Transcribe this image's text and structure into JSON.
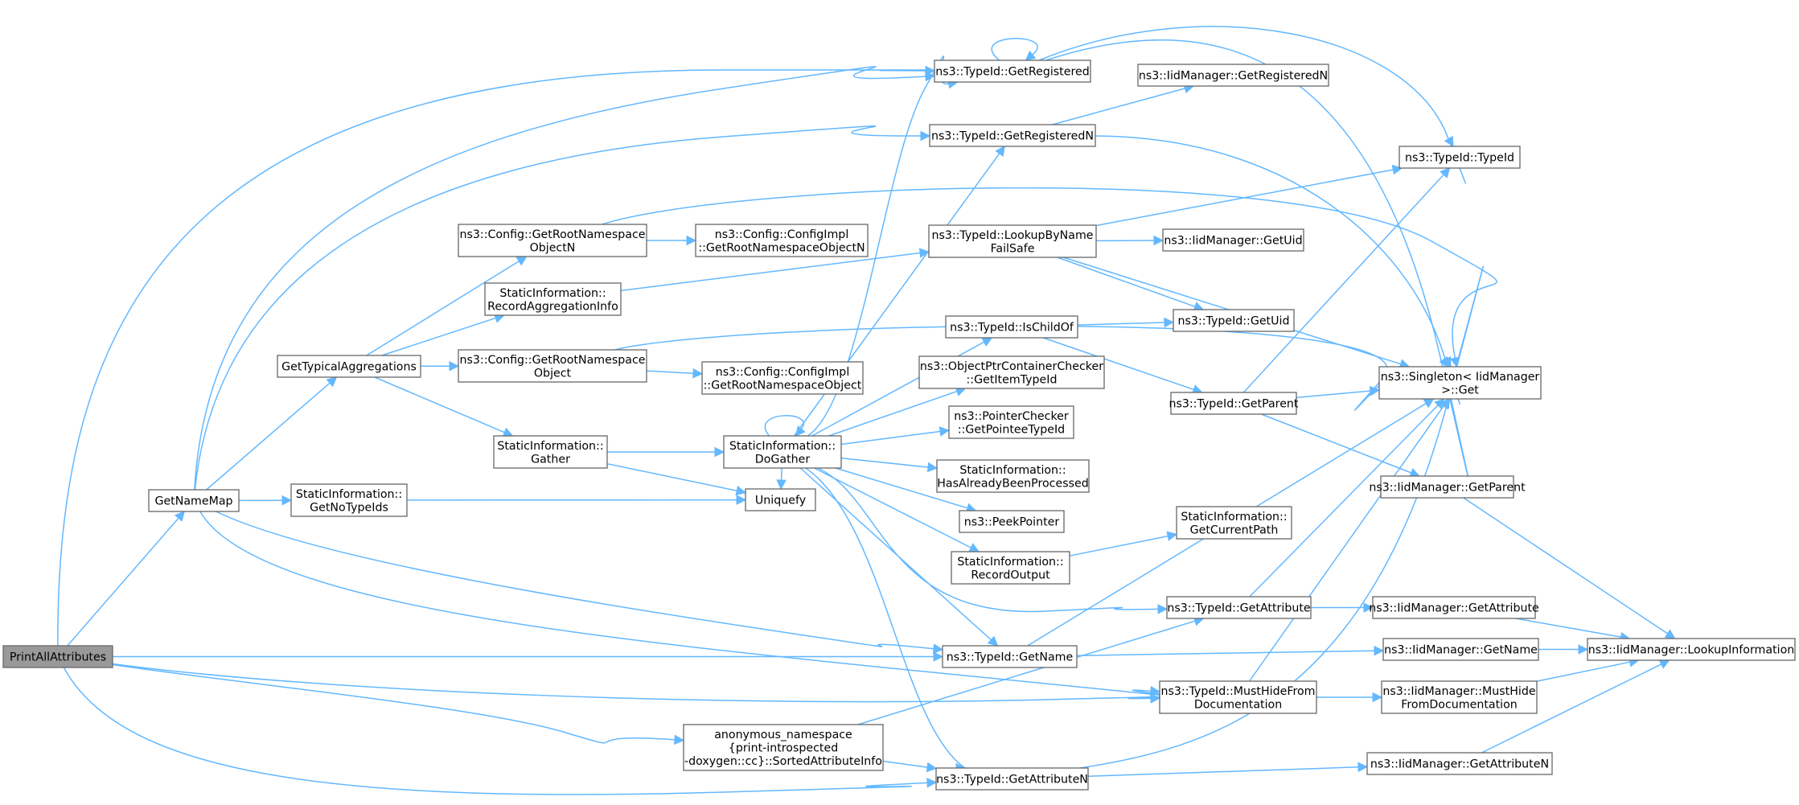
{
  "nodes": {
    "PrintAllAttributes": [
      "PrintAllAttributes"
    ],
    "GetNameMap": [
      "GetNameMap"
    ],
    "GetTypicalAggregations": [
      "GetTypicalAggregations"
    ],
    "GetRootNsObjectN": [
      "ns3::Config::GetRootNamespace",
      "ObjectN"
    ],
    "ImplGetRootNsObjectN": [
      "ns3::Config::ConfigImpl",
      "::GetRootNamespaceObjectN"
    ],
    "RecordAggregationInfo": [
      "StaticInformation::",
      "RecordAggregationInfo"
    ],
    "GetRootNsObject": [
      "ns3::Config::GetRootNamespace",
      "Object"
    ],
    "ImplGetRootNsObject": [
      "ns3::Config::ConfigImpl",
      "::GetRootNamespaceObject"
    ],
    "Gather": [
      "StaticInformation::",
      "Gather"
    ],
    "GetNoTypeIds": [
      "StaticInformation::",
      "GetNoTypeIds"
    ],
    "Uniquefy": [
      "Uniquefy"
    ],
    "DoGather": [
      "StaticInformation::",
      "DoGather"
    ],
    "TypeIdGetRegistered": [
      "ns3::TypeId::GetRegistered"
    ],
    "TypeIdGetRegisteredN": [
      "ns3::TypeId::GetRegisteredN"
    ],
    "IidGetRegisteredN": [
      "ns3::IidManager::GetRegisteredN"
    ],
    "TypeIdTypeId": [
      "ns3::TypeId::TypeId"
    ],
    "LookupByNameFailSafe": [
      "ns3::TypeId::LookupByName",
      "FailSafe"
    ],
    "IidGetUid": [
      "ns3::IidManager::GetUid"
    ],
    "TypeIdGetUid": [
      "ns3::TypeId::GetUid"
    ],
    "IsChildOf": [
      "ns3::TypeId::IsChildOf"
    ],
    "ObjPtrContainerChecker": [
      "ns3::ObjectPtrContainerChecker",
      "::GetItemTypeId"
    ],
    "PointerChecker": [
      "ns3::PointerChecker",
      "::GetPointeeTypeId"
    ],
    "HasAlreadyBeenProcessed": [
      "StaticInformation::",
      "HasAlreadyBeenProcessed"
    ],
    "PeekPointer": [
      "ns3::PeekPointer"
    ],
    "RecordOutput": [
      "StaticInformation::",
      "RecordOutput"
    ],
    "GetCurrentPath": [
      "StaticInformation::",
      "GetCurrentPath"
    ],
    "TypeIdGetParent": [
      "ns3::TypeId::GetParent"
    ],
    "SingletonGet": [
      "ns3::Singleton< IidManager",
      ">::Get"
    ],
    "IidGetParent": [
      "ns3::IidManager::GetParent"
    ],
    "TypeIdGetAttribute": [
      "ns3::TypeId::GetAttribute"
    ],
    "IidGetAttribute": [
      "ns3::IidManager::GetAttribute"
    ],
    "TypeIdGetName": [
      "ns3::TypeId::GetName"
    ],
    "IidGetName": [
      "ns3::IidManager::GetName"
    ],
    "LookupInformation": [
      "ns3::IidManager::LookupInformation"
    ],
    "MustHideFromDoc": [
      "ns3::TypeId::MustHideFrom",
      "Documentation"
    ],
    "IidMustHide": [
      "ns3::IidManager::MustHide",
      "FromDocumentation"
    ],
    "SortedAttributeInfo": [
      "anonymous_namespace",
      "{print-introspected",
      "-doxygen::cc}::SortedAttributeInfo"
    ],
    "TypeIdGetAttributeN": [
      "ns3::TypeId::GetAttributeN"
    ],
    "IidGetAttributeN": [
      "ns3::IidManager::GetAttributeN"
    ]
  },
  "colors": {
    "edge": "#63b8ff",
    "node_border": "#666666",
    "node_fill": "#ffffff",
    "root_fill": "#999999"
  }
}
